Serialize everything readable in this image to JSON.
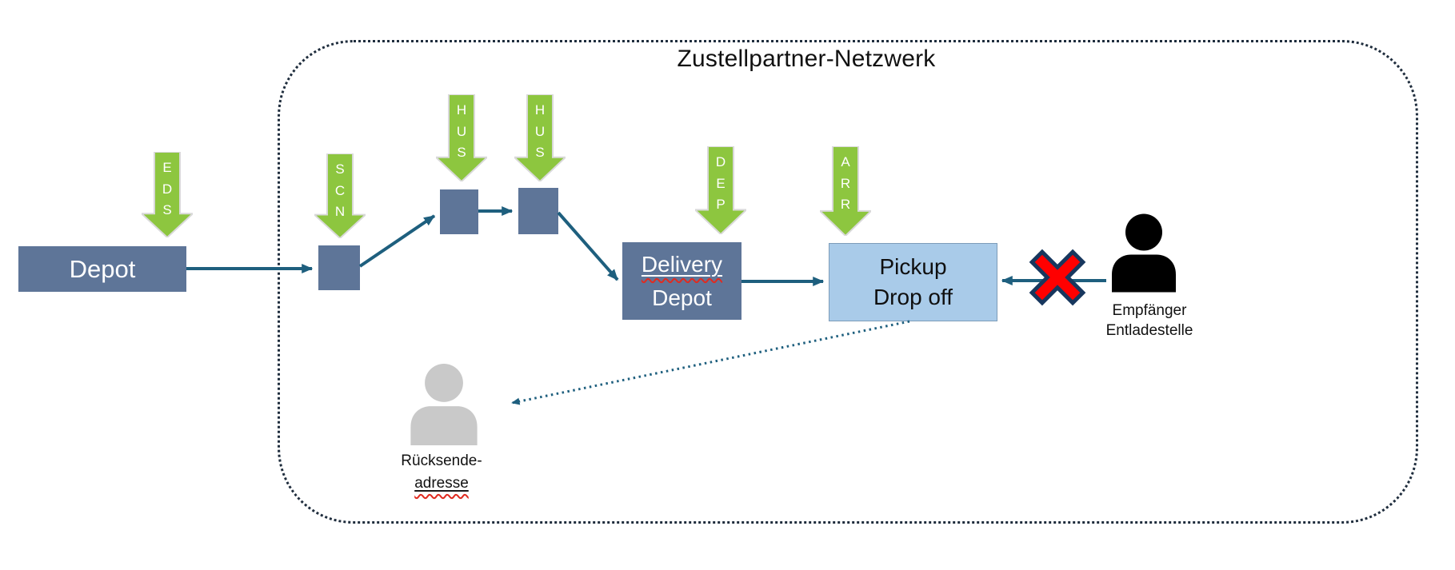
{
  "diagram": {
    "title": "Zustellpartner-Netzwerk",
    "nodes": {
      "depot": {
        "label": "Depot"
      },
      "delivery_depot": {
        "line1": "Delivery",
        "line2": "Depot"
      },
      "pickup_dropoff": {
        "line1": "Pickup",
        "line2": "Drop off"
      }
    },
    "event_arrows": [
      {
        "id": "eds",
        "label": "EDS"
      },
      {
        "id": "scn",
        "label": "SCN"
      },
      {
        "id": "hus1",
        "label": "HUS"
      },
      {
        "id": "hus2",
        "label": "HUS"
      },
      {
        "id": "dep",
        "label": "DEP"
      },
      {
        "id": "arr",
        "label": "ARR"
      }
    ],
    "actors": {
      "recipient": {
        "line1": "Empfänger",
        "line2": "Entladestelle"
      },
      "return_address": {
        "line1": "Rücksende-",
        "line2": "adresse"
      }
    },
    "flows": [
      {
        "from": "Depot",
        "to": "SCN hub",
        "style": "solid"
      },
      {
        "from": "SCN hub",
        "to": "HUS hub 1",
        "style": "solid"
      },
      {
        "from": "HUS hub 1",
        "to": "HUS hub 2",
        "style": "solid"
      },
      {
        "from": "HUS hub 2",
        "to": "Delivery Depot",
        "style": "solid"
      },
      {
        "from": "Delivery Depot",
        "to": "Pickup Drop off",
        "style": "solid"
      },
      {
        "from": "Empfänger Entladestelle",
        "to": "Pickup Drop off",
        "style": "solid",
        "blocked": true
      },
      {
        "from": "Pickup Drop off",
        "to": "Rücksende-adresse",
        "style": "dotted"
      }
    ],
    "colors": {
      "node_fill": "#5e7598",
      "pickup_fill": "#a9cbe9",
      "pickup_border": "#7d9cb9",
      "connector": "#1e5f7e",
      "event_arrow_green": "#8dc63f",
      "boundary": "#1f2d3d",
      "blocked_x_fill": "#ff0000",
      "blocked_x_outline": "#17375e",
      "recipient_icon": "#000000",
      "return_icon": "#c9c9c9",
      "squiggle": "#e02b20"
    }
  }
}
